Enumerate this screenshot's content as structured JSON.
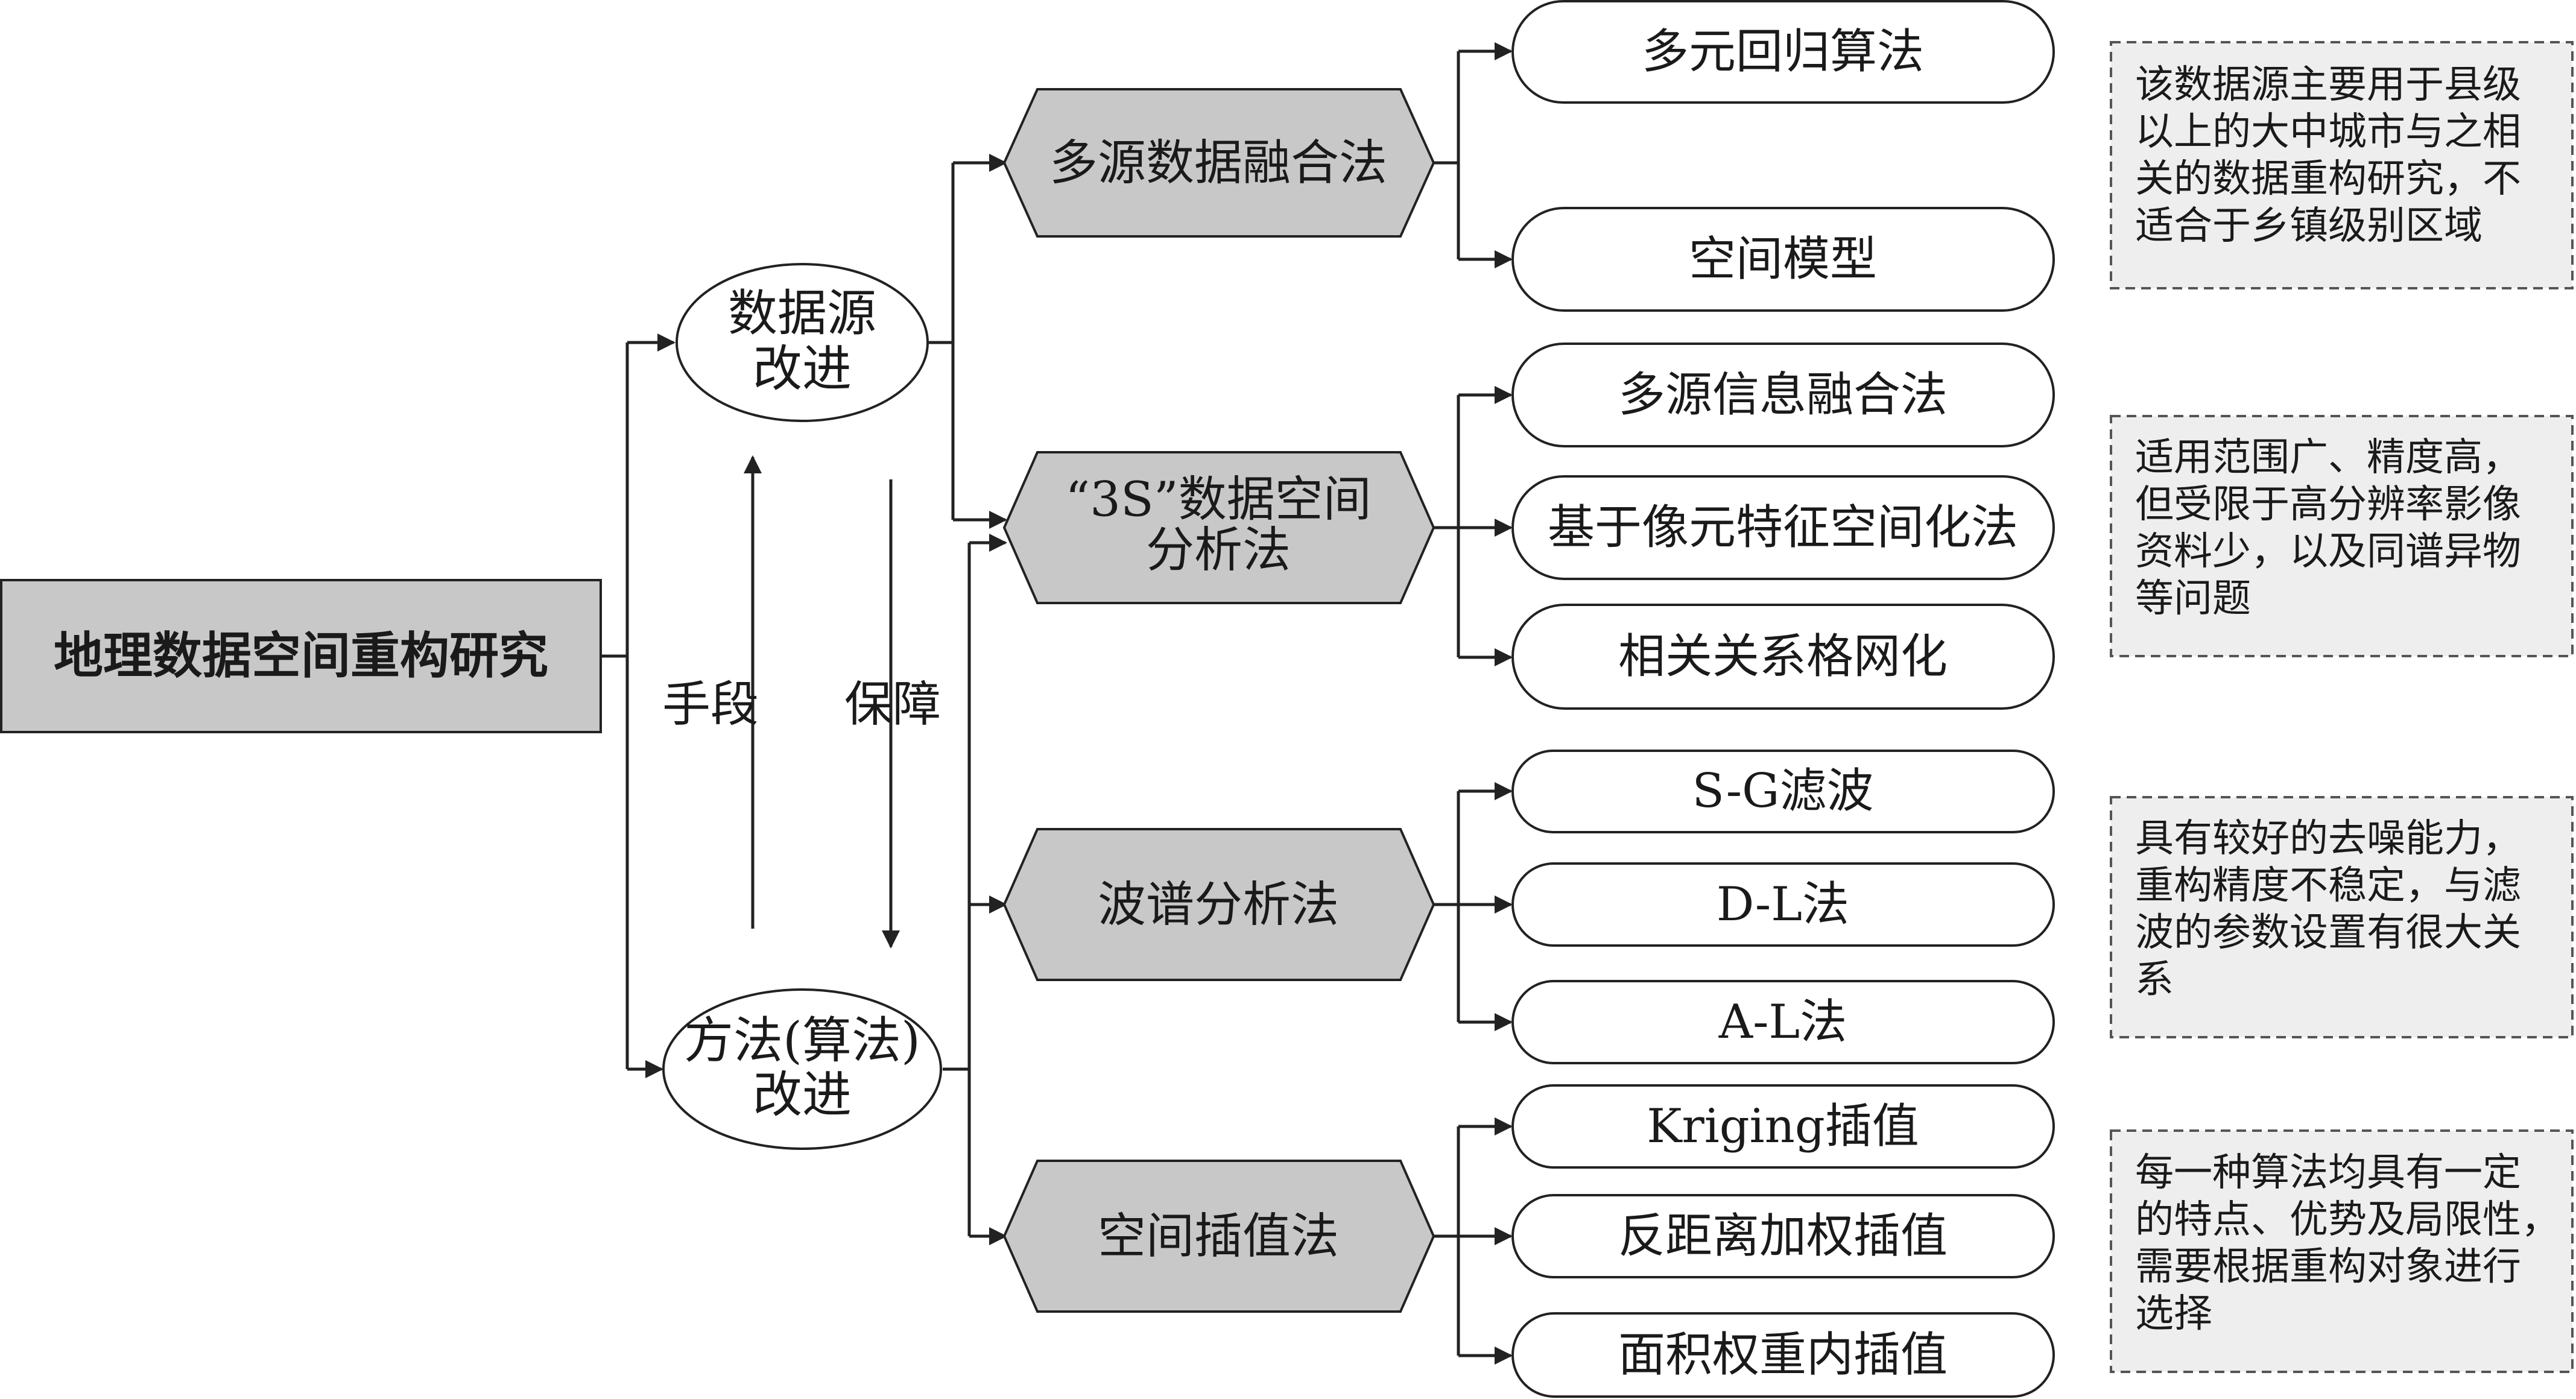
{
  "root": {
    "label": "地理数据空间重构研究"
  },
  "level1": [
    {
      "id": "data-source",
      "lines": [
        "数据源",
        "改进"
      ]
    },
    {
      "id": "method",
      "lines": [
        "方法(算法)",
        "改进"
      ]
    }
  ],
  "relation_labels": {
    "means": "手段",
    "guarantee": "保障"
  },
  "level2": [
    {
      "id": "multi-source-fusion",
      "lines": [
        "多源数据融合法"
      ]
    },
    {
      "id": "3s-analysis",
      "lines": [
        "“3S”数据空间",
        "分析法"
      ]
    },
    {
      "id": "spectral-analysis",
      "lines": [
        "波谱分析法"
      ]
    },
    {
      "id": "spatial-interpolation",
      "lines": [
        "空间插值法"
      ]
    }
  ],
  "leaves": [
    [
      "多元回归算法",
      "空间模型"
    ],
    [
      "多源信息融合法",
      "基于像元特征空间化法",
      "相关关系格网化"
    ],
    [
      "S-G滤波",
      "D-L法",
      "A-L法"
    ],
    [
      "Kriging插值",
      "反距离加权插值",
      "面积权重内插值"
    ]
  ],
  "notes": [
    [
      "该数据源主要用于县级",
      "以上的大中城市与之相",
      "关的数据重构研究，不",
      "适合于乡镇级别区域"
    ],
    [
      "适用范围广、精度高，",
      "但受限于高分辨率影像",
      "资料少，以及同谱异物",
      "等问题"
    ],
    [
      "具有较好的去噪能力，",
      "重构精度不稳定，与滤",
      "波的参数设置有很大关",
      "系"
    ],
    [
      "每一种算法均具有一定",
      "的特点、优势及局限性，",
      "需要根据重构对象进行",
      "选择"
    ]
  ],
  "colors": {
    "gray_fill": "#c8c8c8",
    "note_fill": "#eeeeee",
    "stroke": "#222222"
  }
}
